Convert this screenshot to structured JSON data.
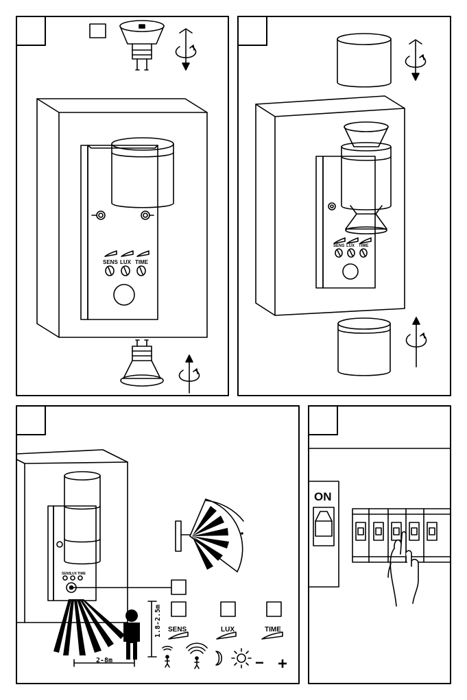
{
  "panel_1": {
    "controls": {
      "sens": "SENS",
      "lux": "LUX",
      "time": "TIME"
    }
  },
  "panel_2": {
    "controls": {
      "sens": "SENS",
      "lux": "LUX",
      "time": "TIME"
    }
  },
  "panel_3": {
    "controls": {
      "sens": "SENS",
      "lux": "LUX",
      "time": "TIME"
    },
    "knob_labels": {
      "sens": "SENS",
      "lux": "LUX",
      "time": "TIME"
    },
    "height_dimension": "1.8-2.5m",
    "range_dimension": "2-8m",
    "minus_symbol": "−",
    "plus_symbol": "+"
  },
  "panel_4": {
    "switch_label": "ON"
  }
}
